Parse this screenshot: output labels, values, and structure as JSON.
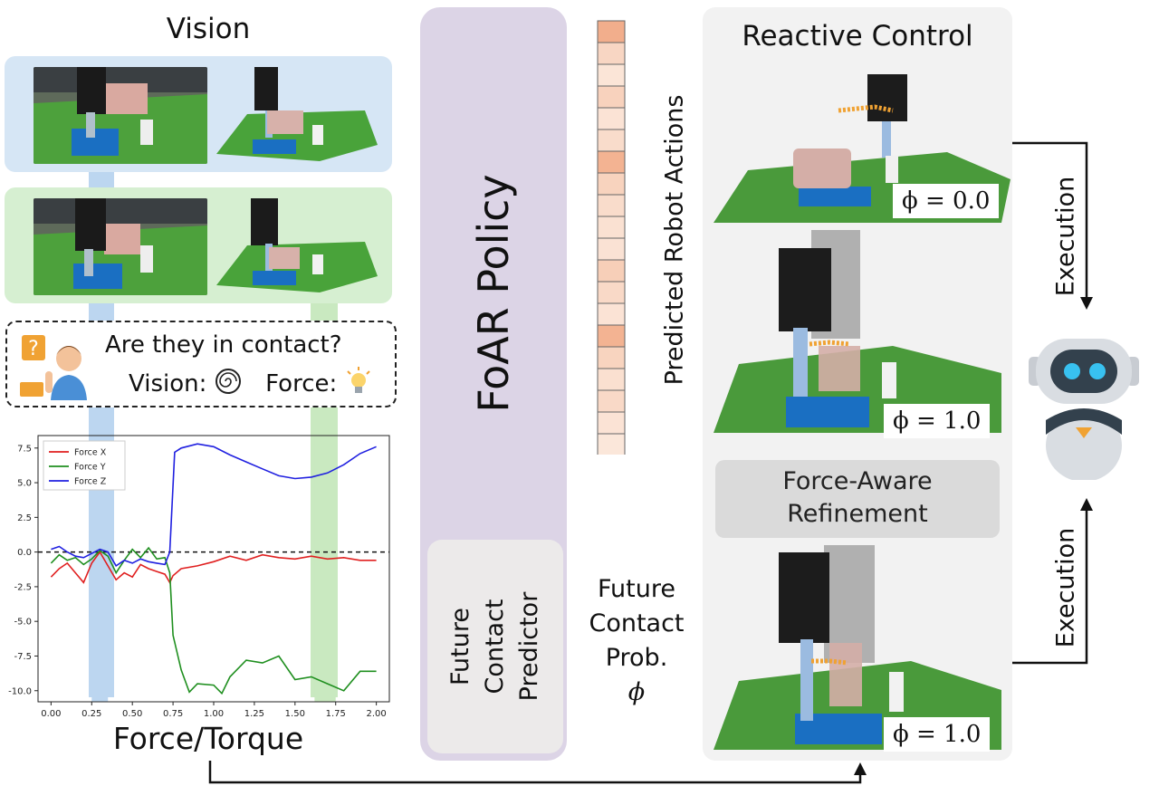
{
  "vision": {
    "title": "Vision",
    "question": "Are they in contact?",
    "vision_label": "Vision:",
    "force_label": "Force:"
  },
  "force_chart_title": "Force/Torque",
  "policy": {
    "title": "FoAR Policy",
    "predictor_line1": "Future",
    "predictor_line2": "Contact",
    "predictor_line3": "Predictor"
  },
  "actions": {
    "label": "Predicted Robot Actions",
    "cell_colors": [
      "#f2ae8c",
      "#f8d6c3",
      "#fbe5d7",
      "#f8d2bd",
      "#fbe3d5",
      "#f9dccb",
      "#f3b392",
      "#f8d3be",
      "#f9dccb",
      "#fae1d2",
      "#fae2d4",
      "#f7cfb8",
      "#f9d9c7",
      "#fbe3d5",
      "#f3b392",
      "#f8d4bf",
      "#fae0d0",
      "#f9d9c7",
      "#fbe3d5",
      "#fbe7da"
    ]
  },
  "contact_prob": {
    "line1": "Future",
    "line2": "Contact",
    "line3": "Prob.",
    "line4": "ϕ"
  },
  "reactive": {
    "title": "Reactive Control",
    "phi1": "ϕ = 0.0",
    "phi2": "ϕ = 1.0",
    "phi3": "ϕ = 1.0",
    "refinement_line1": "Force-Aware",
    "refinement_line2": "Refinement"
  },
  "execution": {
    "label_top": "Execution",
    "label_bottom": "Execution"
  },
  "colors": {
    "force_x": "#e02020",
    "force_y": "#1f8f1f",
    "force_z": "#2020e0"
  },
  "chart_data": {
    "type": "line",
    "title": "",
    "xlabel": "",
    "ylabel": "",
    "xlim": [
      -0.08,
      2.08
    ],
    "ylim": [
      -10.8,
      8.4
    ],
    "xticks": [
      "0.00",
      "0.25",
      "0.50",
      "0.75",
      "1.00",
      "1.25",
      "1.50",
      "1.75",
      "2.00"
    ],
    "xtick_values": [
      0,
      0.25,
      0.5,
      0.75,
      1.0,
      1.25,
      1.5,
      1.75,
      2.0
    ],
    "yticks": [
      "7.5",
      "5.0",
      "2.5",
      "0.0",
      "-2.5",
      "-5.0",
      "-7.5",
      "-10.0"
    ],
    "ytick_values": [
      7.5,
      5.0,
      2.5,
      0.0,
      -2.5,
      -5.0,
      -7.5,
      -10.0
    ],
    "legend_position": "top-left",
    "reference_line": 0.0,
    "highlight_bands": [
      {
        "x0": 0.25,
        "x1": 0.35,
        "color": "#bcd6f0"
      },
      {
        "x0": 1.62,
        "x1": 1.75,
        "color": "#c9e9c0"
      }
    ],
    "series": [
      {
        "name": "Force X",
        "color": "#e02020",
        "x": [
          0.0,
          0.05,
          0.1,
          0.15,
          0.2,
          0.25,
          0.3,
          0.35,
          0.4,
          0.45,
          0.5,
          0.55,
          0.6,
          0.65,
          0.7,
          0.73,
          0.75,
          0.8,
          0.9,
          1.0,
          1.1,
          1.2,
          1.3,
          1.4,
          1.5,
          1.6,
          1.7,
          1.8,
          1.9,
          2.0
        ],
        "y": [
          -1.8,
          -1.2,
          -0.8,
          -1.5,
          -2.2,
          -0.8,
          0.0,
          -1.0,
          -2.0,
          -1.5,
          -1.8,
          -0.9,
          -1.2,
          -1.4,
          -1.6,
          -2.2,
          -1.7,
          -1.2,
          -1.0,
          -0.7,
          -0.3,
          -0.6,
          -0.2,
          -0.4,
          -0.5,
          -0.3,
          -0.5,
          -0.4,
          -0.6,
          -0.6
        ]
      },
      {
        "name": "Force Y",
        "color": "#1f8f1f",
        "x": [
          0.0,
          0.05,
          0.1,
          0.15,
          0.2,
          0.25,
          0.3,
          0.35,
          0.4,
          0.45,
          0.5,
          0.55,
          0.6,
          0.65,
          0.7,
          0.73,
          0.75,
          0.8,
          0.85,
          0.9,
          1.0,
          1.05,
          1.1,
          1.2,
          1.3,
          1.4,
          1.5,
          1.6,
          1.7,
          1.8,
          1.9,
          2.0
        ],
        "y": [
          -0.8,
          -0.2,
          -0.6,
          -0.4,
          -0.9,
          -0.5,
          0.1,
          -0.3,
          -1.5,
          -0.6,
          0.2,
          -0.4,
          0.3,
          -0.5,
          -0.4,
          -1.5,
          -6.0,
          -8.5,
          -10.1,
          -9.5,
          -9.6,
          -10.2,
          -9.0,
          -7.8,
          -8.0,
          -7.5,
          -9.2,
          -9.0,
          -9.5,
          -10.0,
          -8.6,
          -8.6
        ]
      },
      {
        "name": "Force Z",
        "color": "#2020e0",
        "x": [
          0.0,
          0.05,
          0.1,
          0.15,
          0.2,
          0.25,
          0.3,
          0.35,
          0.4,
          0.45,
          0.5,
          0.55,
          0.6,
          0.65,
          0.7,
          0.73,
          0.76,
          0.8,
          0.9,
          1.0,
          1.1,
          1.2,
          1.3,
          1.4,
          1.5,
          1.6,
          1.7,
          1.8,
          1.9,
          2.0
        ],
        "y": [
          0.2,
          0.4,
          0.0,
          -0.3,
          -0.4,
          -0.1,
          0.2,
          0.0,
          -1.0,
          -0.6,
          -0.8,
          -0.5,
          -0.7,
          -0.8,
          -0.9,
          0.0,
          7.2,
          7.5,
          7.8,
          7.6,
          7.0,
          6.5,
          6.0,
          5.5,
          5.3,
          5.4,
          5.7,
          6.3,
          7.1,
          7.6
        ]
      }
    ]
  }
}
